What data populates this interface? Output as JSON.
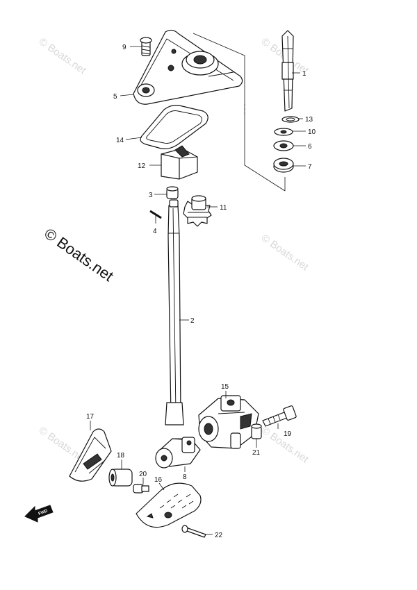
{
  "watermark": {
    "text": "© Boats.net"
  },
  "copyright": {
    "text": "© Boats.net"
  },
  "fwd_marker": {
    "text": "FWD"
  },
  "callouts": [
    {
      "id": "c1",
      "label": "1"
    },
    {
      "id": "c2",
      "label": "2"
    },
    {
      "id": "c3",
      "label": "3"
    },
    {
      "id": "c4",
      "label": "4"
    },
    {
      "id": "c5",
      "label": "5"
    },
    {
      "id": "c6",
      "label": "6"
    },
    {
      "id": "c7",
      "label": "7"
    },
    {
      "id": "c8",
      "label": "8"
    },
    {
      "id": "c9",
      "label": "9"
    },
    {
      "id": "c10",
      "label": "10"
    },
    {
      "id": "c11",
      "label": "11"
    },
    {
      "id": "c12",
      "label": "12"
    },
    {
      "id": "c13",
      "label": "13"
    },
    {
      "id": "c14",
      "label": "14"
    },
    {
      "id": "c15",
      "label": "15"
    },
    {
      "id": "c16",
      "label": "16"
    },
    {
      "id": "c17",
      "label": "17"
    },
    {
      "id": "c18",
      "label": "18"
    },
    {
      "id": "c19",
      "label": "19"
    },
    {
      "id": "c20",
      "label": "20"
    },
    {
      "id": "c21",
      "label": "21"
    },
    {
      "id": "c22",
      "label": "22"
    }
  ]
}
